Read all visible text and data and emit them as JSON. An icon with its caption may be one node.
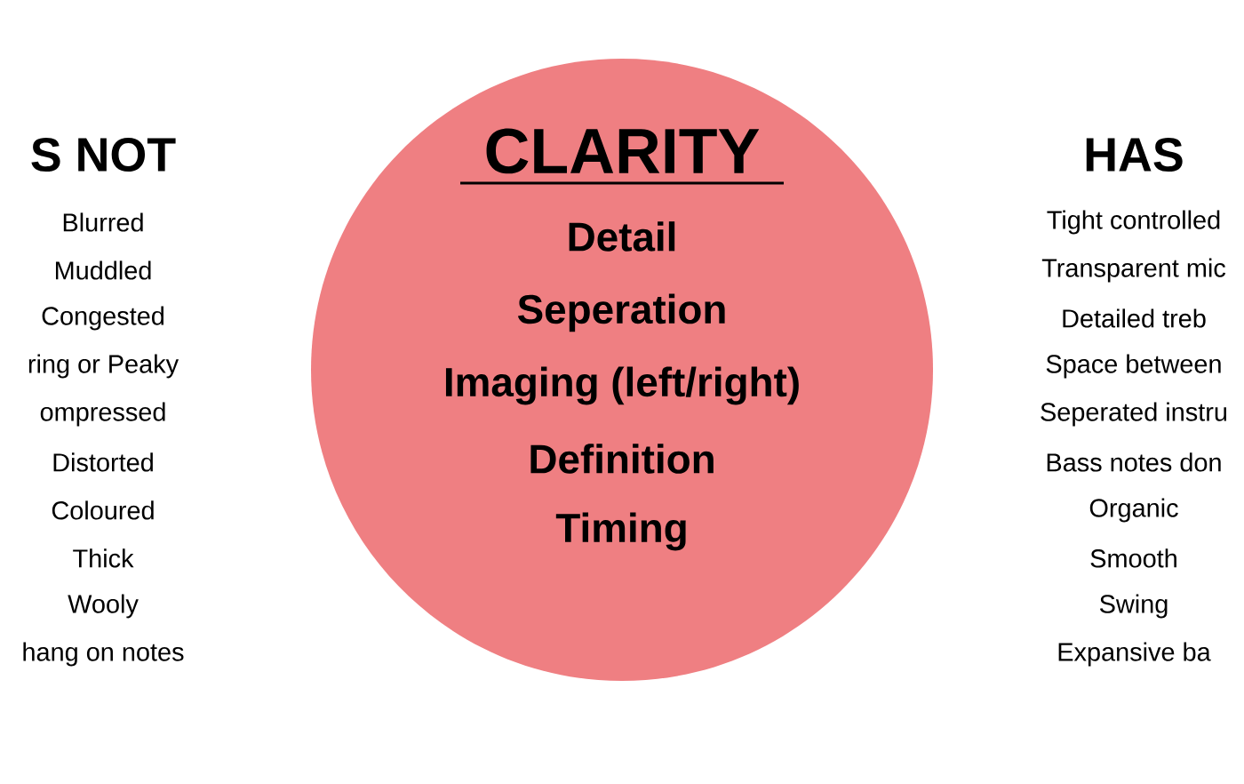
{
  "diagram": {
    "nodes": [
      {
        "text": [
          "CLARITY",
          "Detail",
          "Seperation",
          "Imaging (left/right)",
          "Definition",
          "Timing"
        ]
      }
    ],
    "labels": [
      "S NOT",
      "Blurred",
      "Muddled",
      "Congested",
      "ring or Peaky",
      "ompressed",
      "Distorted",
      "Coloured",
      "Thick",
      "Wooly",
      "hang on notes",
      "HAS",
      "Tight controlled",
      "Transparent mic",
      "Detailed treb",
      "Space between",
      "Seperated instru",
      "Bass notes don",
      "Organic",
      "Smooth",
      "Swing",
      "Expansive ba"
    ]
  }
}
